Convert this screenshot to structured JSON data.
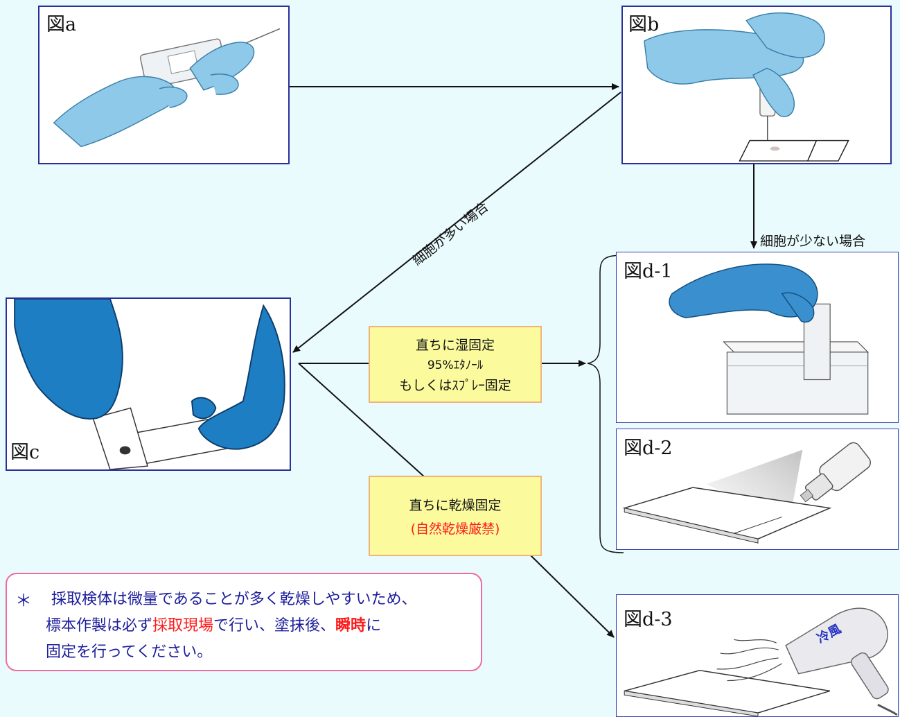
{
  "panels": {
    "a": {
      "label": "図a"
    },
    "b": {
      "label": "図b"
    },
    "c": {
      "label": "図c"
    },
    "d1": {
      "label": "図d-1"
    },
    "d2": {
      "label": "図d-2"
    },
    "d3": {
      "label": "図d-3",
      "dryer_label": "冷風"
    }
  },
  "arrows": {
    "many_cells": "細胞が多い場合",
    "few_cells": "細胞が少ない場合"
  },
  "wet_fix": {
    "line1": "直ちに湿固定",
    "line2": "95%ｴﾀﾉｰﾙ",
    "line3": "もしくはｽﾌﾟﾚｰ固定"
  },
  "dry_fix": {
    "line1": "直ちに乾燥固定",
    "line2": "(自然乾燥厳禁)"
  },
  "note": {
    "bullet": "＊",
    "line1": "採取検体は微量であることが多く乾燥しやすいため、",
    "line2_a": "標本作製は必ず",
    "line2_b": "採取現場",
    "line2_c": "で行い、塗抹後、",
    "line2_d": "瞬時",
    "line2_e": "に",
    "line3": "固定を行ってください。"
  },
  "colors": {
    "background": "#e9fbfd",
    "panel_border": "#2a2f9a",
    "glove_light": "#8ec9ea",
    "glove_dark": "#1e7ec4",
    "box_fill": "#fbfb9e",
    "box_border": "#f2b27a",
    "note_border": "#f06aa0",
    "note_text": "#1c1c9c",
    "emphasis": "#ff1a1a"
  }
}
